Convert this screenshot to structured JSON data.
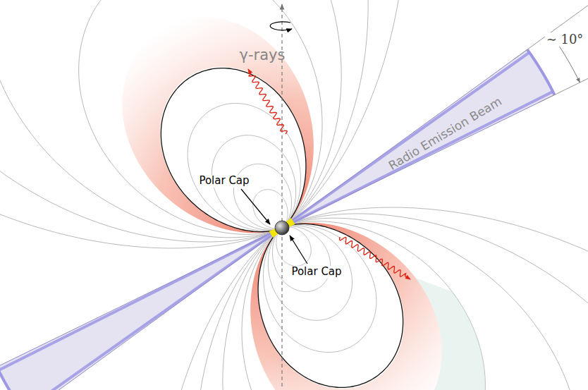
{
  "diagram": {
    "labels": [
      "γ-rays",
      "∼ 10°",
      "Radio Emission Beam",
      "Polar Cap",
      "Polar Cap"
    ]
  }
}
